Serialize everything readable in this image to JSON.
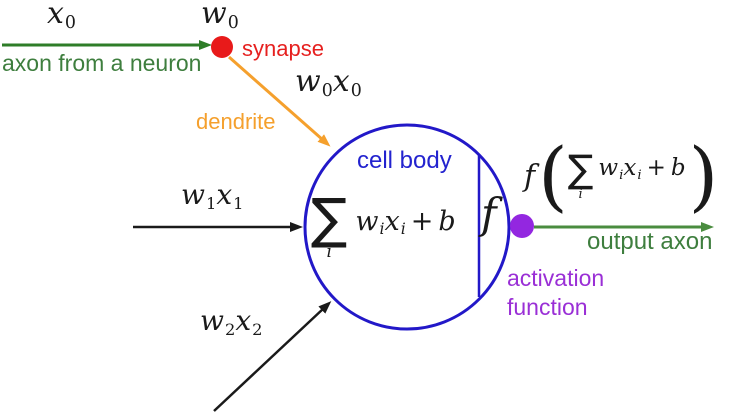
{
  "palette": {
    "axon_arrow_green": "#2e7d28",
    "output_arrow_green": "#4a8c3f",
    "label_green": "#3e7e3e",
    "synapse_red": "#e6201f",
    "dendrite_orange": "#f5a02d",
    "cell_blue": "#2218c8",
    "activation_purple": "#9a2fd6",
    "math_black": "#1a1a1a"
  },
  "labels": {
    "axon_from_neuron": "axon from a neuron",
    "synapse": "synapse",
    "dendrite": "dendrite",
    "cell_body": "cell body",
    "output_axon": "output axon",
    "activation_line1": "activation",
    "activation_line2": "function"
  },
  "math": {
    "x0": {
      "base": "x",
      "sub": "0"
    },
    "w0": {
      "base": "w",
      "sub": "0"
    },
    "w0x0": {
      "b1": "w",
      "s1": "0",
      "b2": "x",
      "s2": "0"
    },
    "w1x1": {
      "b1": "w",
      "s1": "1",
      "b2": "x",
      "s2": "1"
    },
    "w2x2": {
      "b1": "w",
      "s1": "2",
      "b2": "x",
      "s2": "2"
    },
    "f": "f",
    "sum": {
      "sigma": "∑",
      "sigma_sub": "i",
      "w": "w",
      "w_sub": "i",
      "x": "x",
      "x_sub": "i",
      "plus": "+",
      "b": "b"
    },
    "output": {
      "f": "f",
      "lparen": "(",
      "sigma": "∑",
      "sigma_sub": "i",
      "w": "w",
      "w_sub": "i",
      "x": "x",
      "x_sub": "i",
      "plus": "+",
      "b": "b",
      "rparen": ")"
    }
  }
}
